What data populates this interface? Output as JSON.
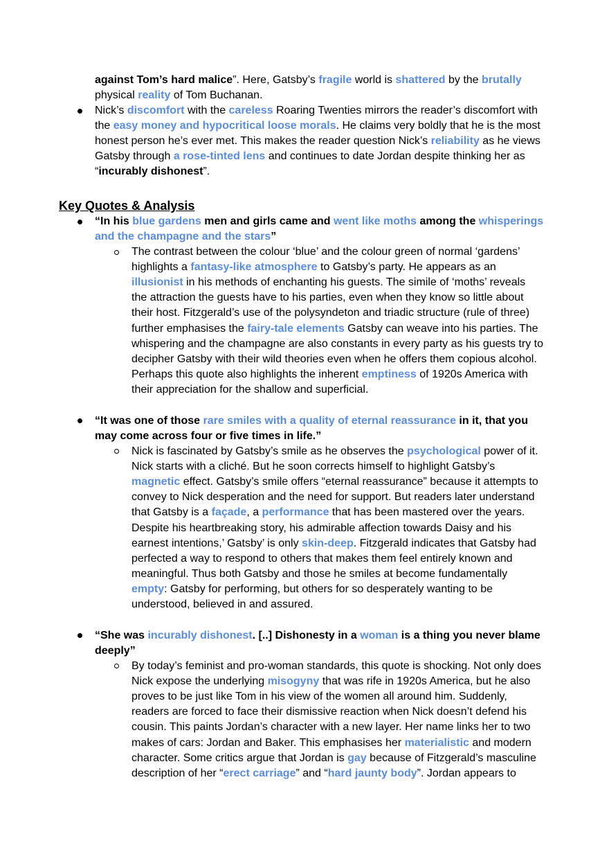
{
  "top_continuation": [
    [
      {
        "t": "against Tom’s hard malice",
        "s": "b"
      },
      {
        "t": "”. Here, Gatsby’s "
      },
      {
        "t": "fragile",
        "s": "hl"
      },
      {
        "t": " world is "
      },
      {
        "t": "shattered",
        "s": "hl"
      },
      {
        "t": " by the "
      },
      {
        "t": "brutally",
        "s": "hl"
      }
    ],
    [
      {
        "t": "physical "
      },
      {
        "t": "reality",
        "s": "hl"
      },
      {
        "t": " of Tom Buchanan."
      }
    ]
  ],
  "top_bullet": [
    [
      {
        "t": "Nick’s "
      },
      {
        "t": "discomfort",
        "s": "hl"
      },
      {
        "t": " with the "
      },
      {
        "t": "careless",
        "s": "hl"
      },
      {
        "t": " Roaring Twenties mirrors the reader’s discomfort with"
      }
    ],
    [
      {
        "t": "the "
      },
      {
        "t": "easy money and hypocritical loose morals",
        "s": "hl"
      },
      {
        "t": ". He claims very boldly that he is the most"
      }
    ],
    [
      {
        "t": "honest person he’s ever met. This makes the reader question Nick’s "
      },
      {
        "t": "reliability",
        "s": "hl"
      },
      {
        "t": " as he views"
      }
    ],
    [
      {
        "t": "Gatsby through "
      },
      {
        "t": "a rose-tinted lens",
        "s": "hl"
      },
      {
        "t": " and continues to date Jordan despite thinking her as"
      }
    ],
    [
      {
        "t": "“"
      },
      {
        "t": "incurably dishonest",
        "s": "b"
      },
      {
        "t": "”."
      }
    ]
  ],
  "heading": "Key Quotes & Analysis",
  "quote1": [
    [
      {
        "t": "“In his ",
        "s": "b"
      },
      {
        "t": "blue gardens",
        "s": "hl"
      },
      {
        "t": " men and girls came and ",
        "s": "b"
      },
      {
        "t": "went like moths",
        "s": "hl"
      },
      {
        "t": " among the ",
        "s": "b"
      },
      {
        "t": "whisperings",
        "s": "hl"
      }
    ],
    [
      {
        "t": "and the champagne and the stars",
        "s": "hl"
      },
      {
        "t": "”",
        "s": "b"
      }
    ]
  ],
  "analysis1": [
    [
      {
        "t": "The contrast between the colour ‘blue’ and the colour green of normal ‘gardens’"
      }
    ],
    [
      {
        "t": "highlights a "
      },
      {
        "t": "fantasy-like atmosphere",
        "s": "hl"
      },
      {
        "t": " to Gatsby’s party. He appears as an"
      }
    ],
    [
      {
        "t": "illusionist",
        "s": "hl"
      },
      {
        "t": " in his methods of enchanting his guests. The simile of ‘moths’ reveals"
      }
    ],
    [
      {
        "t": "the attraction the guests have to his parties, even when they know so little about"
      }
    ],
    [
      {
        "t": "their host. Fitzgerald’s use of the polysyndeton and triadic structure (rule of three)"
      }
    ],
    [
      {
        "t": "further emphasises the "
      },
      {
        "t": "fairy-tale elements",
        "s": "hl"
      },
      {
        "t": " Gatsby can weave into his parties. The"
      }
    ],
    [
      {
        "t": "whispering and the champagne are also constants in every party as his guests try to"
      }
    ],
    [
      {
        "t": "decipher Gatsby with their wild theories even when he offers them copious alcohol."
      }
    ],
    [
      {
        "t": "Perhaps this quote also highlights the inherent "
      },
      {
        "t": "emptiness",
        "s": "hl"
      },
      {
        "t": " of 1920s America with"
      }
    ],
    [
      {
        "t": "their appreciation for the shallow and superficial."
      }
    ]
  ],
  "quote2": [
    [
      {
        "t": "“It was one of those ",
        "s": "b"
      },
      {
        "t": "rare smiles with a quality of eternal reassurance",
        "s": "hl"
      },
      {
        "t": " in it, that you",
        "s": "b"
      }
    ],
    [
      {
        "t": "may come across four or five times in life.”",
        "s": "b"
      }
    ]
  ],
  "analysis2": [
    [
      {
        "t": "Nick is fascinated by Gatsby’s smile as he observes the "
      },
      {
        "t": "psychological",
        "s": "hl"
      },
      {
        "t": " power of it."
      }
    ],
    [
      {
        "t": "Nick starts with a cliché. But he soon corrects himself to highlight Gatsby’s"
      }
    ],
    [
      {
        "t": "magnetic",
        "s": "hl"
      },
      {
        "t": " effect. Gatsby’s smile offers “eternal reassurance” because it attempts to"
      }
    ],
    [
      {
        "t": "convey to Nick desperation and the need for support. But readers later understand"
      }
    ],
    [
      {
        "t": "that Gatsby is a "
      },
      {
        "t": "façade",
        "s": "hl"
      },
      {
        "t": ", a "
      },
      {
        "t": "performance",
        "s": "hl"
      },
      {
        "t": " that has been mastered over the years."
      }
    ],
    [
      {
        "t": "Despite his heartbreaking story, his admirable affection towards Daisy and his"
      }
    ],
    [
      {
        "t": "earnest intentions,’ Gatsby’ is only "
      },
      {
        "t": "skin-deep",
        "s": "hl"
      },
      {
        "t": ". Fitzgerald indicates that Gatsby had"
      }
    ],
    [
      {
        "t": "perfected a way to respond to others that makes them feel entirely known and"
      }
    ],
    [
      {
        "t": "meaningful. Thus both Gatsby and those he smiles at become fundamentally"
      }
    ],
    [
      {
        "t": "empty",
        "s": "hl"
      },
      {
        "t": ": Gatsby for performing, but others for so desperately wanting to be"
      }
    ],
    [
      {
        "t": "understood, believed in and assured."
      }
    ]
  ],
  "quote3": [
    [
      {
        "t": "“She was ",
        "s": "b"
      },
      {
        "t": "incurably dishonest",
        "s": "hl"
      },
      {
        "t": ". [..] Dishonesty in a ",
        "s": "b"
      },
      {
        "t": "woman",
        "s": "hl"
      },
      {
        "t": " is a thing you never blame",
        "s": "b"
      }
    ],
    [
      {
        "t": "deeply”",
        "s": "b"
      }
    ]
  ],
  "analysis3": [
    [
      {
        "t": "By today’s feminist and pro-woman standards, this quote is shocking. Not only does"
      }
    ],
    [
      {
        "t": "Nick expose the underlying "
      },
      {
        "t": "misogyny",
        "s": "hl"
      },
      {
        "t": " that was rife in 1920s America, but he also"
      }
    ],
    [
      {
        "t": "proves to be just like Tom in his view of the women all around him. Suddenly,"
      }
    ],
    [
      {
        "t": "readers are forced to face their dismissive reaction when Nick doesn’t defend his"
      }
    ],
    [
      {
        "t": "cousin. This paints Jordan’s character with a new layer. Her name links her to two"
      }
    ],
    [
      {
        "t": "makes of cars: Jordan and Baker. This emphasises her "
      },
      {
        "t": "materialistic",
        "s": "hl"
      },
      {
        "t": " and modern"
      }
    ],
    [
      {
        "t": "character. Some critics argue that Jordan is "
      },
      {
        "t": "gay",
        "s": "hl"
      },
      {
        "t": " because of Fitzgerald’s masculine"
      }
    ],
    [
      {
        "t": "description of her “"
      },
      {
        "t": "erect carriage",
        "s": "hl"
      },
      {
        "t": "” and “"
      },
      {
        "t": "hard jaunty body",
        "s": "hl"
      },
      {
        "t": "”. Jordan appears to"
      }
    ]
  ]
}
